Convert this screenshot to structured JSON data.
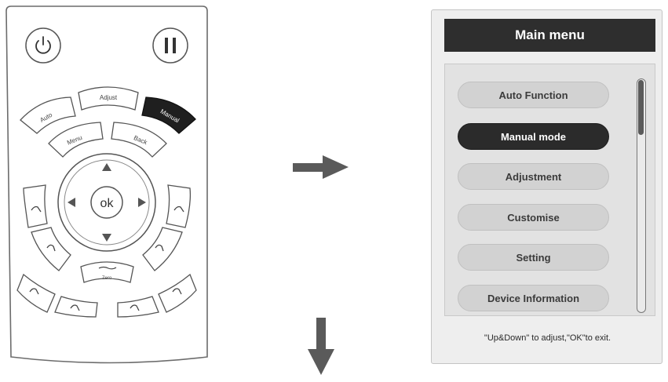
{
  "remote": {
    "buttons": {
      "auto": "Auto",
      "adjust": "Adjust",
      "manual": "Manual",
      "menu": "Menu",
      "back": "Back",
      "ok": "ok",
      "zero": "Zero"
    }
  },
  "panel": {
    "title": "Main menu",
    "items": [
      {
        "label": "Auto Function",
        "selected": false
      },
      {
        "label": "Manual mode",
        "selected": true
      },
      {
        "label": "Adjustment",
        "selected": false
      },
      {
        "label": "Customise",
        "selected": false
      },
      {
        "label": "Setting",
        "selected": false
      },
      {
        "label": "Device Information",
        "selected": false
      }
    ],
    "hint": "\"Up&Down\" to adjust,\"OK\"to exit."
  },
  "colors": {
    "selected_bg": "#2b2b2b",
    "item_bg": "#d2d2d2",
    "title_bg": "#2e2e2e"
  }
}
